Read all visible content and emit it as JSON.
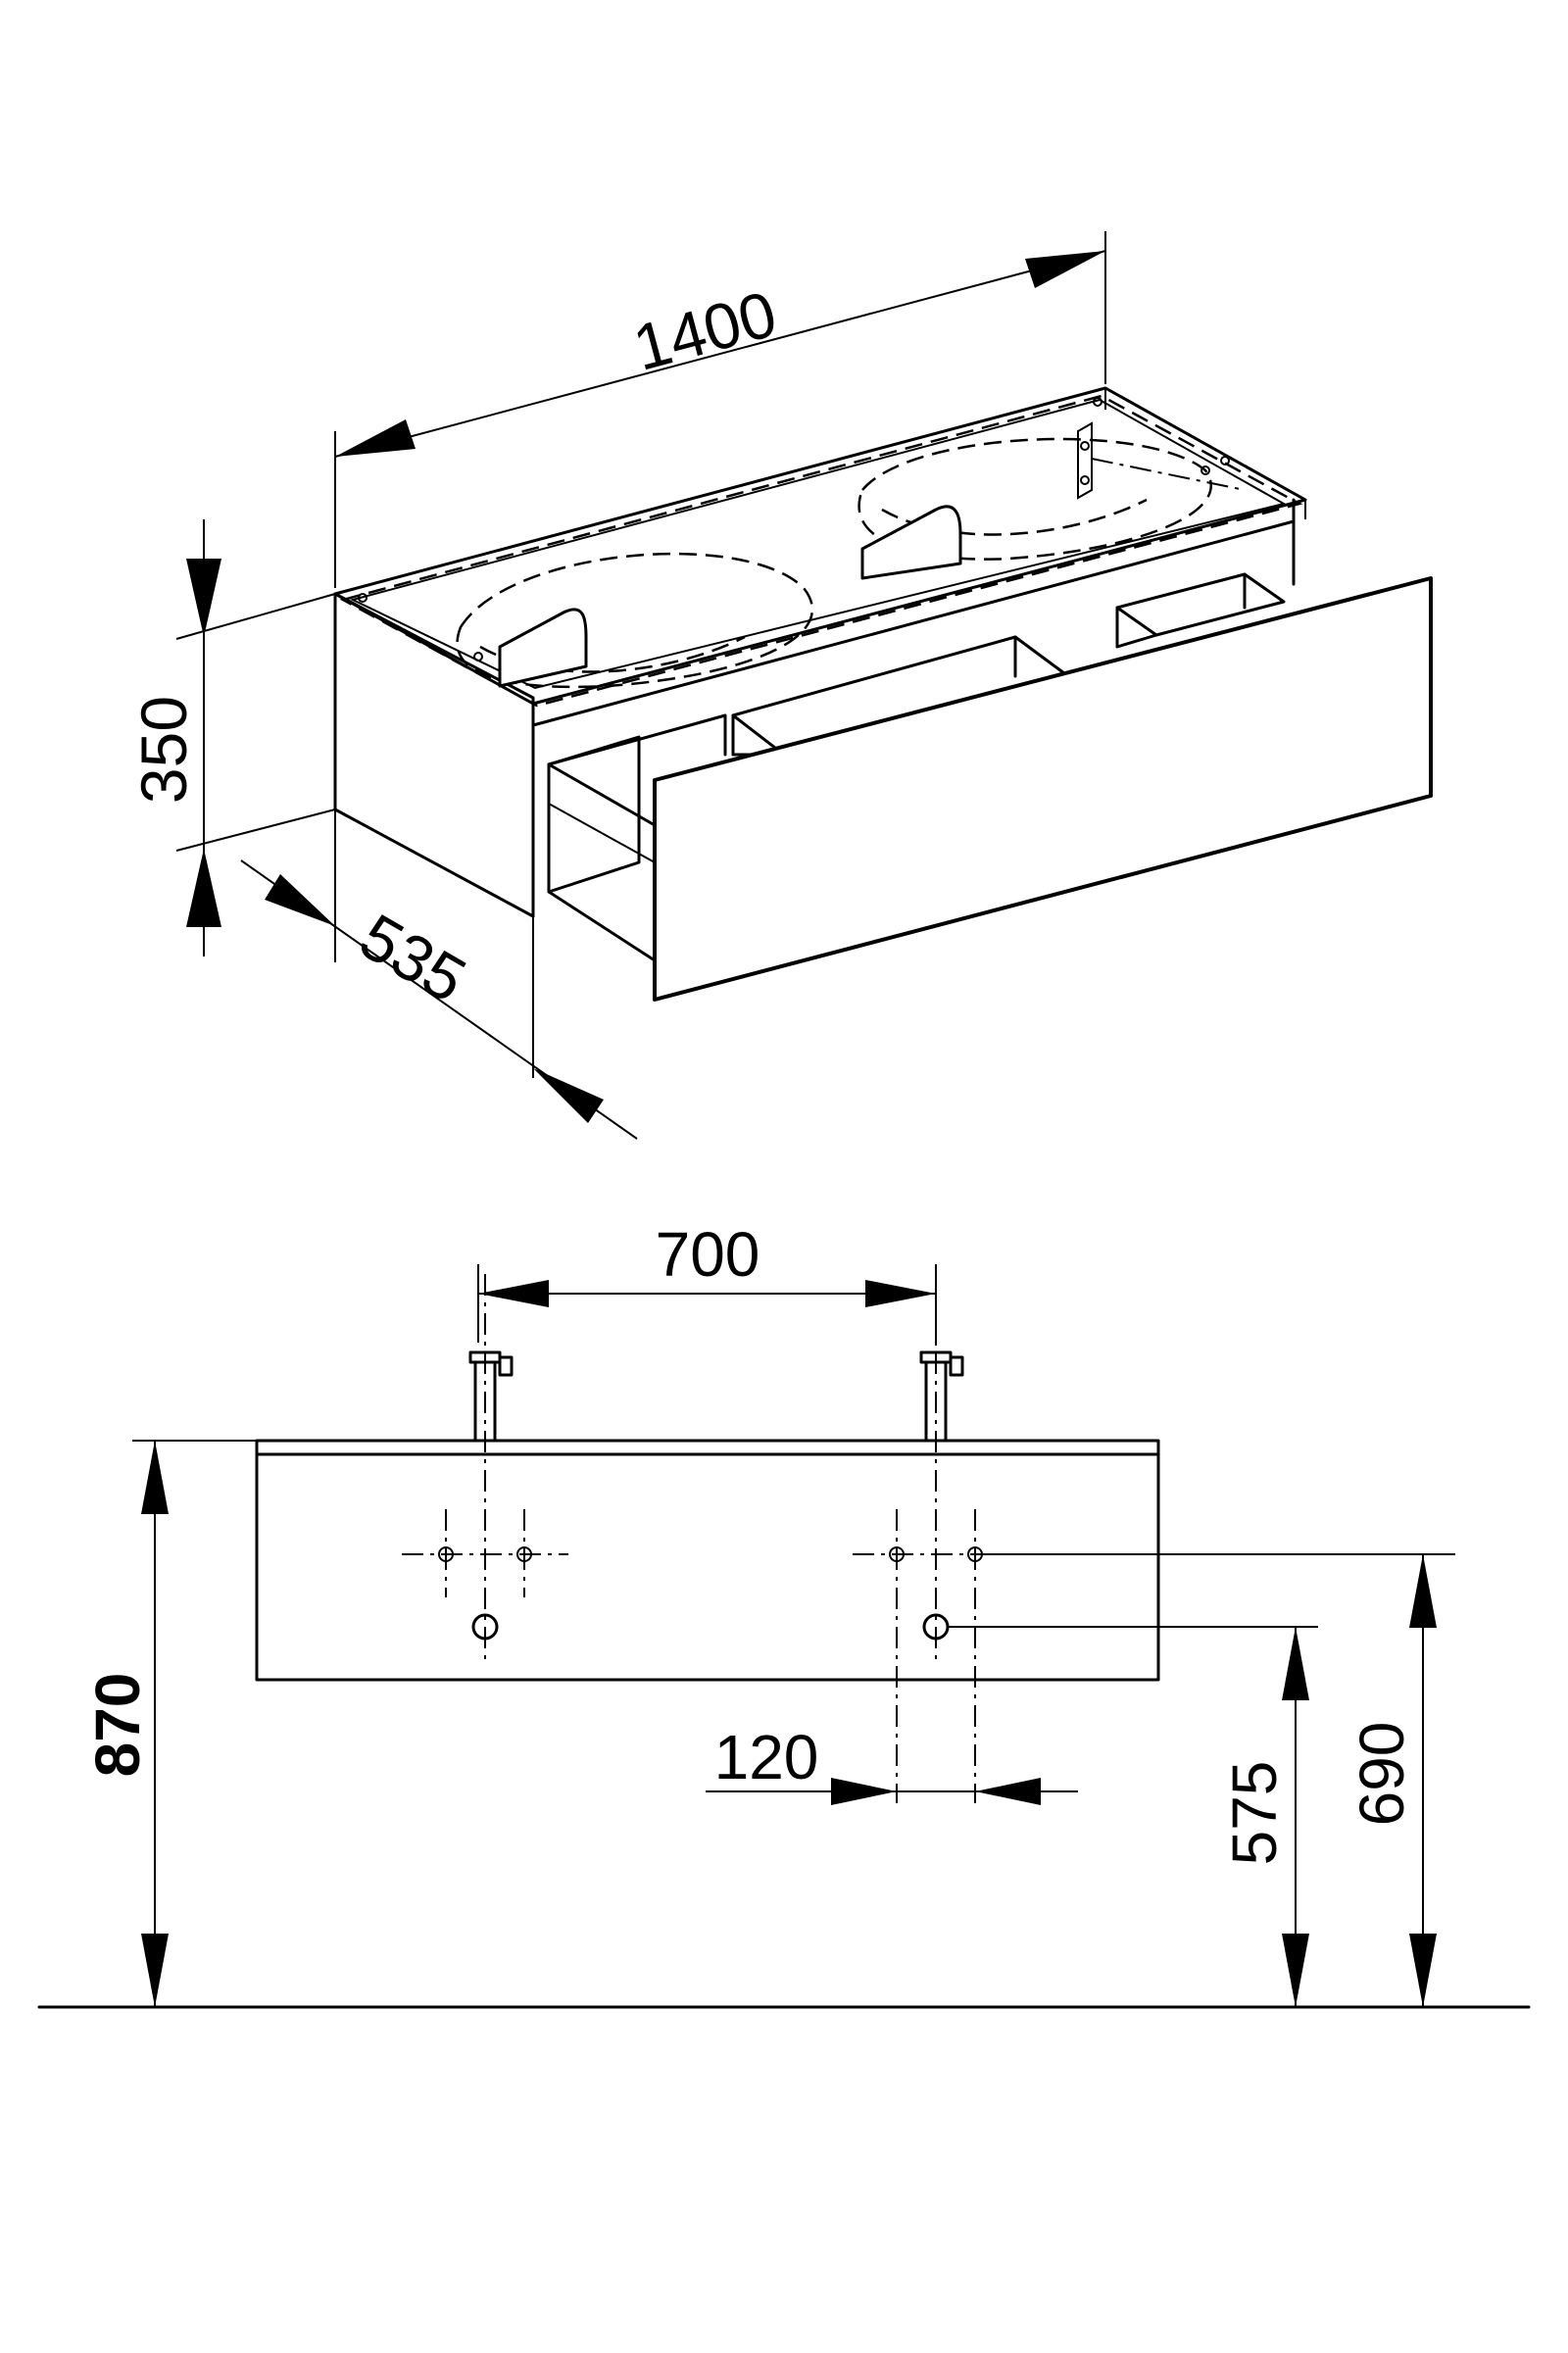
{
  "dimensions": {
    "width": "1400",
    "height": "350",
    "depth": "535",
    "tap_spacing": "700",
    "install_height": "870",
    "bracket_spacing": "120",
    "waste_height": "575",
    "bracket_height": "690"
  }
}
